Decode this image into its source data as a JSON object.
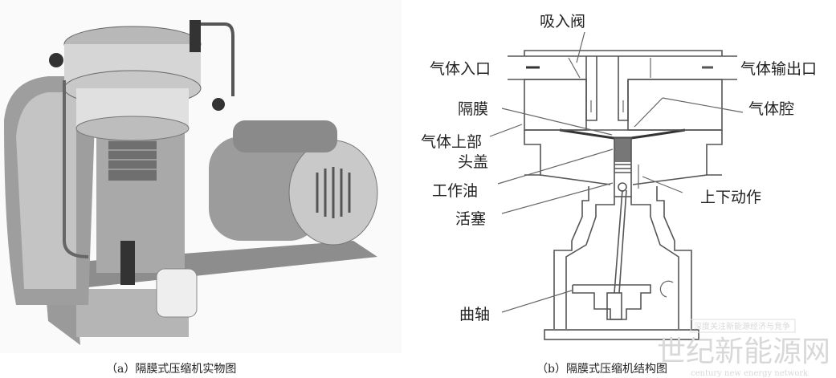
{
  "figure_a": {
    "caption": "（a）隔膜式压缩机实物图"
  },
  "figure_b": {
    "caption": "（b）隔膜式压缩机结构图",
    "labels": {
      "suction_valve": "吸入阀",
      "gas_inlet": "气体入口",
      "gas_outlet": "气体输出口",
      "diaphragm": "隔膜",
      "gas_chamber": "气体腔",
      "upper_head_line1": "气体上部",
      "upper_head_line2": "头盖",
      "working_oil": "工作油",
      "up_down_motion": "上下动作",
      "piston": "活塞",
      "crankshaft": "曲轴"
    }
  },
  "watermark": {
    "slogan": "深度关注新能源经济与竞争",
    "name": "世纪新能源网",
    "english": "century new energy network"
  }
}
